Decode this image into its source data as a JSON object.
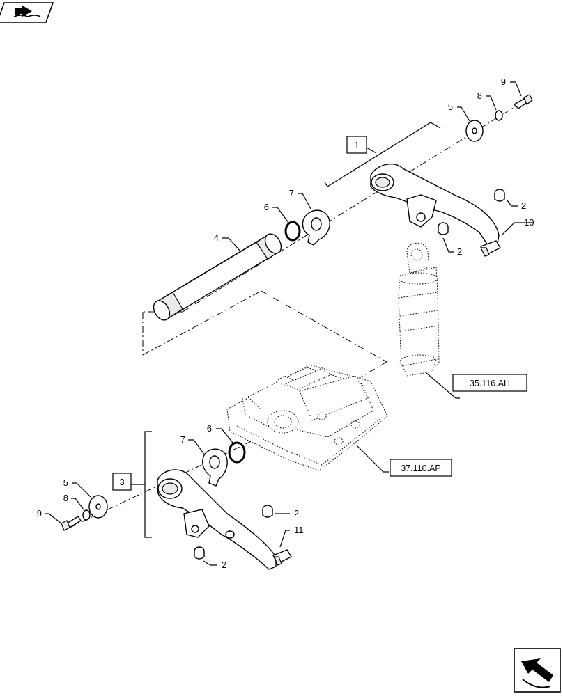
{
  "icons": {
    "top_left": "book-arrow-icon",
    "bottom_right": "next-page-arrow-icon"
  },
  "callouts": {
    "n1": "1",
    "n2a": "2",
    "n2b": "2",
    "n2c": "2",
    "n2d": "2",
    "n3": "3",
    "n4": "4",
    "n5a": "5",
    "n5b": "5",
    "n6a": "6",
    "n6b": "6",
    "n7a": "7",
    "n7b": "7",
    "n8a": "8",
    "n8b": "8",
    "n9a": "9",
    "n9b": "9",
    "n10": "10",
    "n11": "11"
  },
  "references": {
    "cylinder": "35.116.AH",
    "housing": "37.110.AP"
  }
}
